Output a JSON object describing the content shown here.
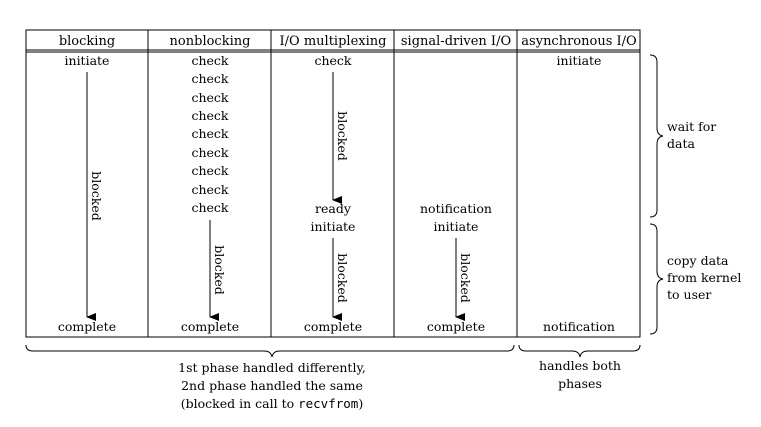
{
  "headers": [
    "blocking",
    "nonblocking",
    "I/O multiplexing",
    "signal-driven I/O",
    "asynchronous I/O"
  ],
  "columns": {
    "blocking": {
      "initiate": "initiate",
      "blocked": "blocked",
      "complete": "complete"
    },
    "nonblocking": {
      "checks": [
        "check",
        "check",
        "check",
        "check",
        "check",
        "check",
        "check",
        "check",
        "check"
      ],
      "blocked": "blocked",
      "complete": "complete"
    },
    "multiplexing": {
      "check": "check",
      "blocked1": "blocked",
      "ready": "ready",
      "initiate": "initiate",
      "blocked2": "blocked",
      "complete": "complete"
    },
    "signal": {
      "notification": "notification",
      "initiate": "initiate",
      "blocked": "blocked",
      "complete": "complete"
    },
    "async": {
      "initiate": "initiate",
      "notification": "notification"
    }
  },
  "phases": {
    "wait_line1": "wait for",
    "wait_line2": "data",
    "copy_line1": "copy data",
    "copy_line2": "from kernel",
    "copy_line3": "to user"
  },
  "bottom": {
    "left_line1": "1st phase handled differently,",
    "left_line2": "2nd phase handled the same",
    "left_line3_prefix": "(blocked in call to ",
    "left_line3_code": "recvfrom",
    "left_line3_suffix": ")",
    "right_line1": "handles both",
    "right_line2": "phases"
  }
}
